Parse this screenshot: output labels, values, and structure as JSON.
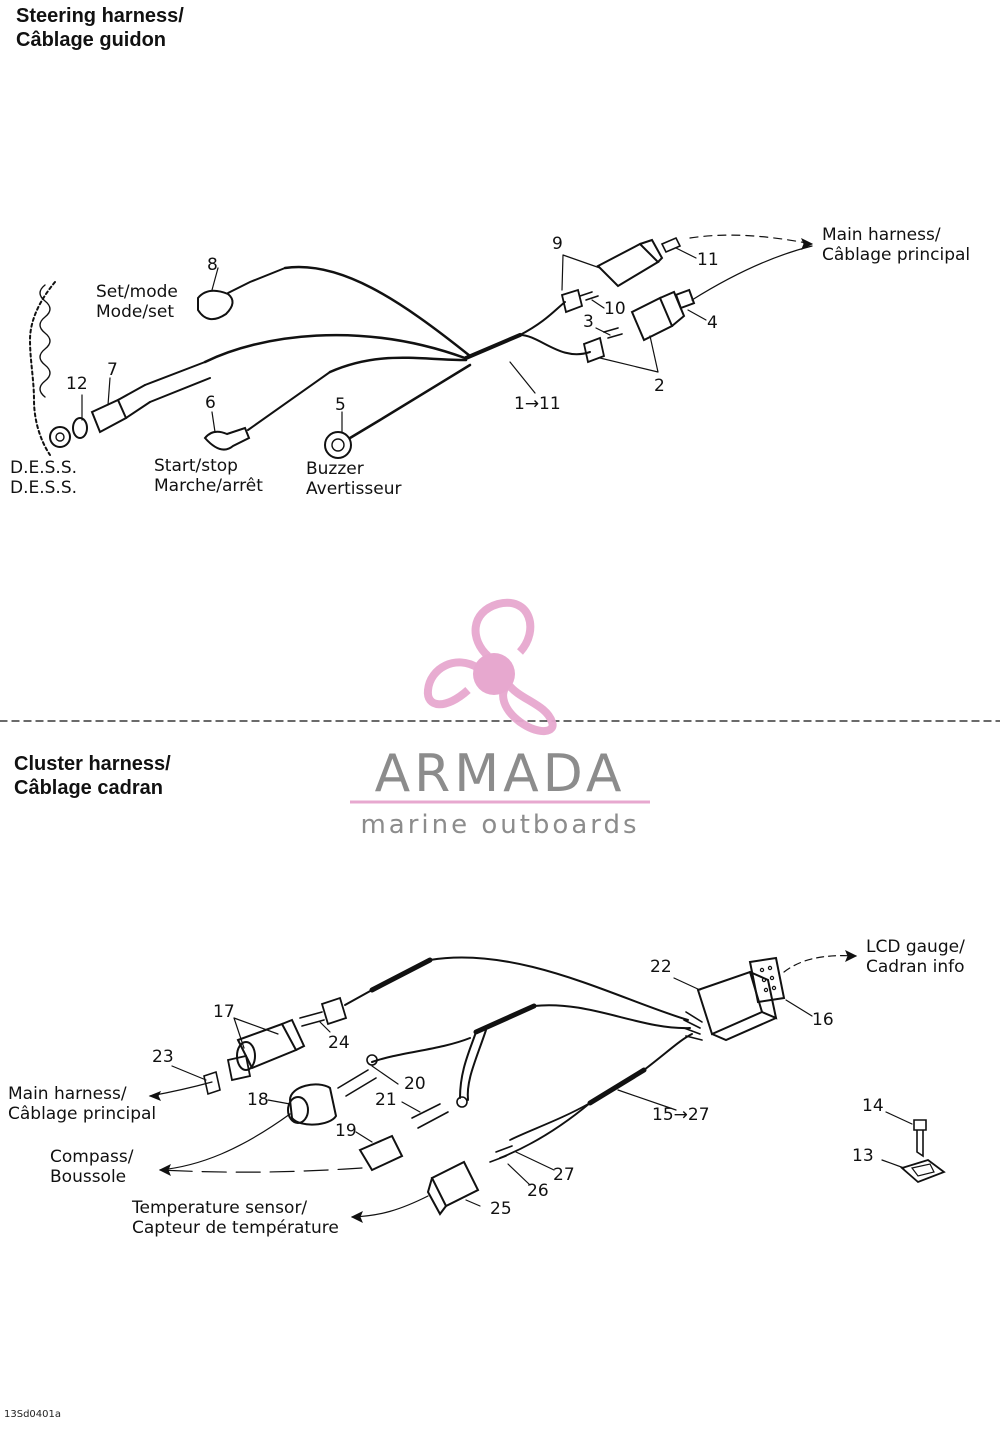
{
  "sections": {
    "steering": {
      "title_en": "Steering harness/",
      "title_fr": "Câblage guidon"
    },
    "cluster": {
      "title_en": "Cluster harness/",
      "title_fr": "Câblage cadran"
    }
  },
  "labels": {
    "set_mode": {
      "en": "Set/mode",
      "fr": "Mode/set"
    },
    "dess": {
      "en": "D.E.S.S.",
      "fr": "D.E.S.S."
    },
    "start_stop": {
      "en": "Start/stop",
      "fr": "Marche/arrêt"
    },
    "buzzer": {
      "en": "Buzzer",
      "fr": "Avertisseur"
    },
    "main_harness_top": {
      "en": "Main harness/",
      "fr": "Câblage principal"
    },
    "lcd_gauge": {
      "en": "LCD gauge/",
      "fr": "Cadran info"
    },
    "main_harness_bottom": {
      "en": "Main harness/",
      "fr": "Câblage principal"
    },
    "compass": {
      "en": "Compass/",
      "fr": "Boussole"
    },
    "temp_sensor": {
      "en": "Temperature sensor/",
      "fr": "Capteur de température"
    }
  },
  "callouts": {
    "c1_11": "1→11",
    "c2": "2",
    "c3": "3",
    "c4": "4",
    "c5": "5",
    "c6": "6",
    "c7": "7",
    "c8": "8",
    "c9": "9",
    "c10": "10",
    "c11": "11",
    "c12": "12",
    "c13": "13",
    "c14": "14",
    "c15_27": "15→27",
    "c16": "16",
    "c17": "17",
    "c18": "18",
    "c19": "19",
    "c20": "20",
    "c21": "21",
    "c22": "22",
    "c23": "23",
    "c24": "24",
    "c25": "25",
    "c26": "26",
    "c27": "27"
  },
  "watermark": {
    "brand": "ARMADA",
    "tagline": "marine outboards",
    "accent_color": "#e7a8cf",
    "text_color": "#8c8c8c"
  },
  "reference_code": "13Sd0401a"
}
